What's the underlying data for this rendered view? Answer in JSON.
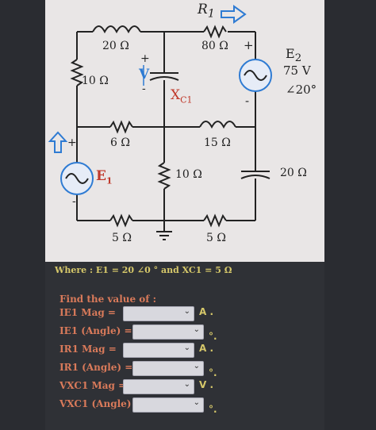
{
  "circuit": {
    "r1_label": "R",
    "r1_sub": "1",
    "top_left_inductor": "20 Ω",
    "top_right_resistor": "80 Ω",
    "left_resistor": "10 Ω",
    "voltage_label": "V",
    "capacitor_label": "X",
    "capacitor_sub": "C1",
    "e2_label": "E",
    "e2_sub": "2",
    "e2_magnitude": "75 V",
    "e2_angle": "∠20°",
    "mid_resistor": "6 Ω",
    "mid_inductor": "15 Ω",
    "e1_label": "E",
    "e1_sub": "1",
    "center_resistor": "10 Ω",
    "right_capacitor": "20 Ω",
    "bottom_left_resistor": "5 Ω",
    "bottom_right_resistor": "5 Ω",
    "plus": "+",
    "minus": "-"
  },
  "where_text": "Where : E1 = 20 ∠0 ° and XC1 = 5 Ω",
  "find_text": "Find the value of :",
  "answers": [
    {
      "label": "IE1 Mag =",
      "unit": "A ."
    },
    {
      "label": "IE1 (Angle) =",
      "unit": "°."
    },
    {
      "label": "IR1 Mag =",
      "unit": "A ."
    },
    {
      "label": "IR1 (Angle) =",
      "unit": "°."
    },
    {
      "label": "VXC1 Mag =",
      "unit": "V ."
    },
    {
      "label": "VXC1 (Angle) =",
      "unit": "°."
    }
  ],
  "colors": {
    "accent_red": "#c0392b",
    "source_blue": "#2e7bd3",
    "answer_label": "#d97a5a",
    "unit_yellow": "#d6c86a"
  }
}
